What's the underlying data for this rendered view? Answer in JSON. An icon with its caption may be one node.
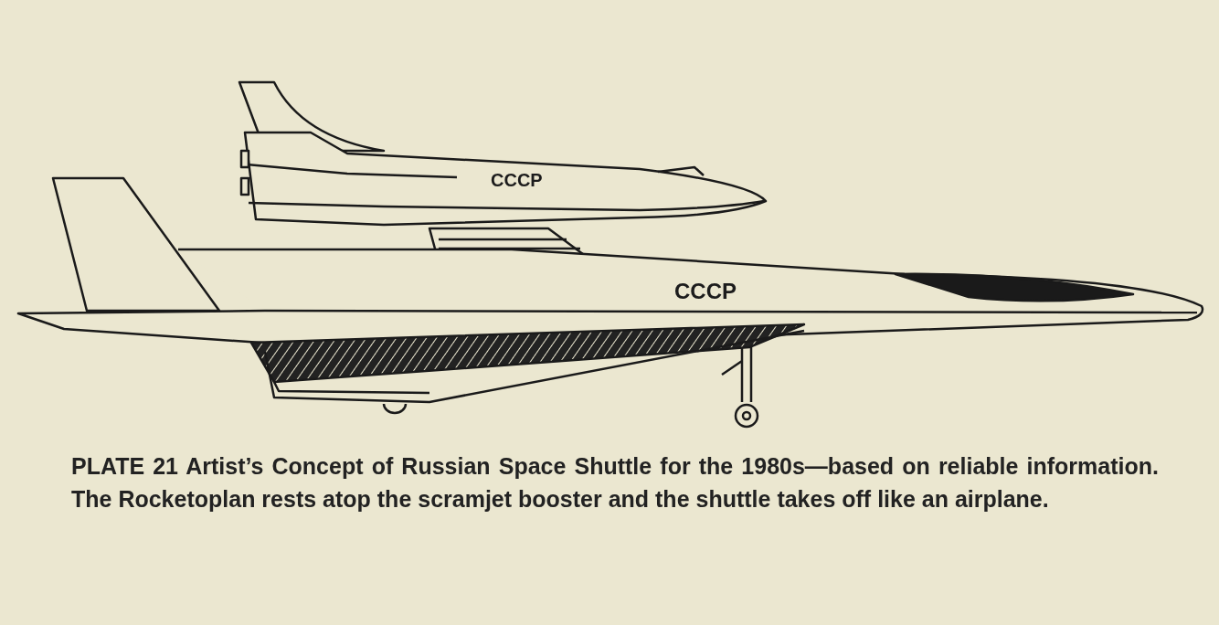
{
  "diagram": {
    "caption": "PLATE 21  Artist’s Concept of Russian Space Shuttle for the 1980s—based on reliable information. The Rocketoplan rests atop the scramjet booster and the shuttle takes off like an airplane.",
    "labels": [
      "CCCP",
      "CCCP"
    ]
  }
}
